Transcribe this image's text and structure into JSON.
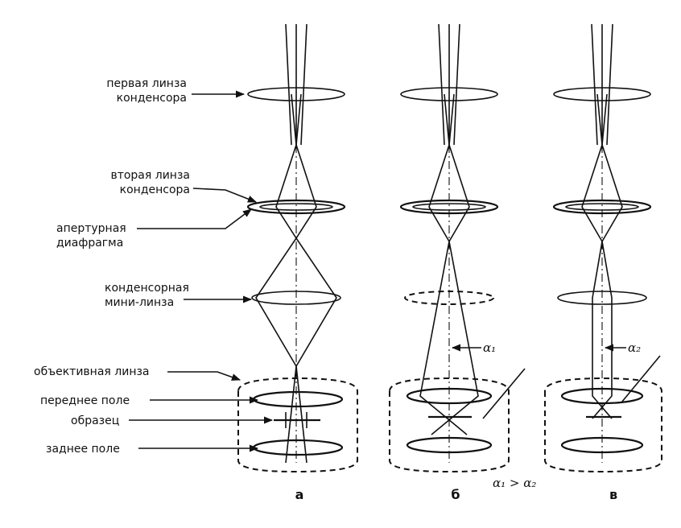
{
  "labels": {
    "first_lens_line1": "первая линза",
    "first_lens_line2": "конденсора",
    "second_lens_line1": "вторая линза",
    "second_lens_line2": "конденсора",
    "aperture_line1": "апертурная",
    "aperture_line2": "диафрагма",
    "mini_lens_line1": "конденсорная",
    "mini_lens_line2": "мини-линза",
    "objective": "объективная линза",
    "front_field": "переднее поле",
    "specimen": "образец",
    "back_field": "заднее поле"
  },
  "panels": {
    "a": "а",
    "b": "б",
    "c": "в"
  },
  "angles": {
    "alpha1": "α₁",
    "alpha2": "α₂",
    "relation": "α₁ > α₂"
  }
}
